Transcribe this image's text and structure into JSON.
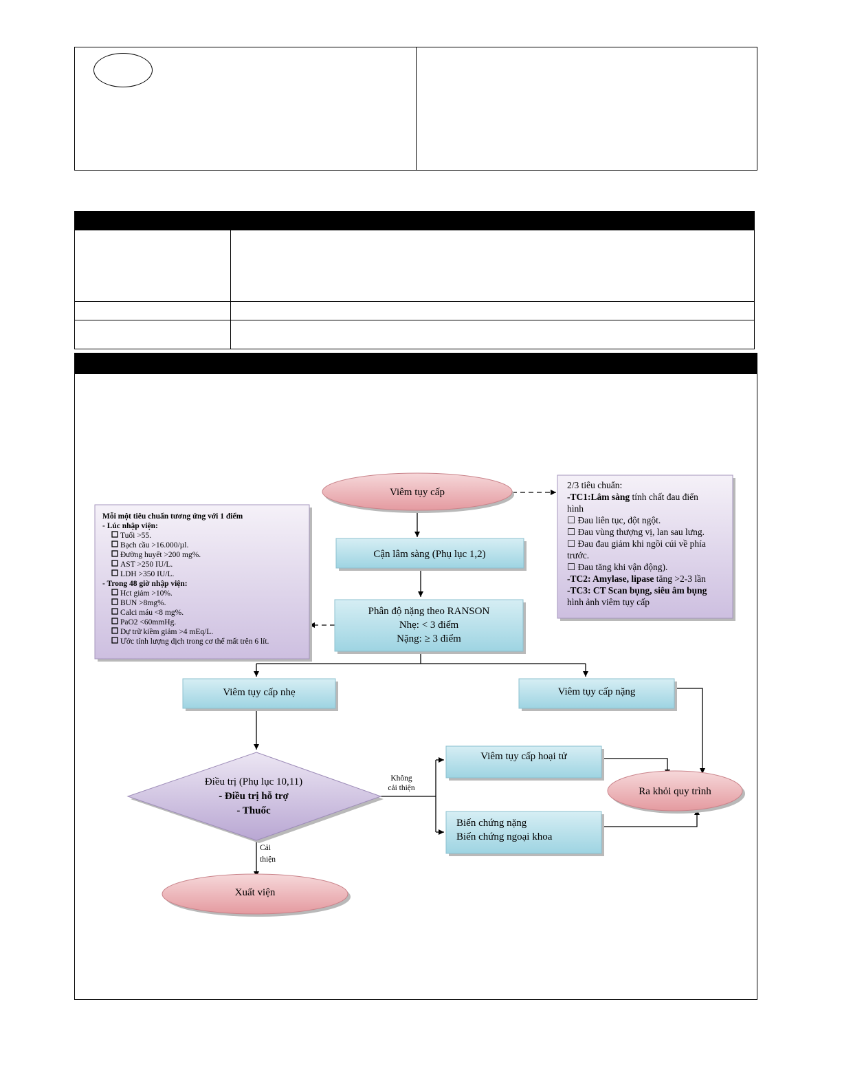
{
  "colors": {
    "oval_fill": "#e8a6ab",
    "box_fill": "#a9dbe7",
    "note_fill": "#ddd3ea",
    "diamond_fill": "#c4b4da",
    "header_bar": "#000000"
  },
  "flowchart": {
    "start": "Viêm tụy cấp",
    "lab": "Cận lâm sàng (Phụ lục 1,2)",
    "grading": {
      "line1": "Phân độ nặng theo RANSON",
      "line2": "Nhẹ: < 3 điểm",
      "line3": "Nặng: ≥ 3 điểm"
    },
    "mild": "Viêm tụy cấp nhẹ",
    "severe": "Viêm tụy cấp nặng",
    "treatment": {
      "line1": "Điều trị (Phụ lục 10,11)",
      "line2": "- Điều trị hỗ trợ",
      "line3": "- Thuốc"
    },
    "no_improve": {
      "line1": "Không",
      "line2": "cải thiện"
    },
    "improve": {
      "line1": "Cải",
      "line2": "thiện"
    },
    "necrotic": "Viêm tụy cấp hoại tử",
    "complications": {
      "line1": "Biến chứng nặng",
      "line2": "Biến chứng ngoại khoa"
    },
    "exit": "Ra khỏi quy trình",
    "discharge": "Xuất viện",
    "criteria": {
      "intro": "2/3 tiêu chuẩn:",
      "tc1_bold": "-TC1:Lâm sàng",
      "tc1_rest": " tính chất đau điển",
      "tc1_cont": "hình",
      "checkbox": "☐",
      "item1": " Đau liên tục, đột ngột.",
      "item2": " Đau vùng thượng vị, lan sau lưng.",
      "item3a": " Đau đau giảm khi ngồi cúi về phía",
      "item3b": "trước.",
      "item4": " Đau tăng khi vận động).",
      "tc2_bold": "-TC2: Amylase, lipase",
      "tc2_rest": " tăng >2-3 lần",
      "tc3_bold": "-TC3: CT Scan bụng, siêu âm bụng",
      "tc3_cont": "hình ảnh viêm tụy cấp"
    },
    "ranson": {
      "title": "Mỗi một tiêu chuẩn tương ứng với 1 điểm",
      "admit_header": "- Lúc nhập viện:",
      "admit_items": [
        "Tuổi >55.",
        "Bạch cầu >16.000/µl.",
        "Đường huyết >200 mg%.",
        "AST >250 IU/L.",
        "LDH >350 IU/L."
      ],
      "h48_header": "- Trong 48 giờ nhập viện:",
      "h48_items": [
        "Hct giảm >10%.",
        "BUN >8mg%.",
        "Calci máu <8 mg%.",
        "PaO2 <60mmHg.",
        "Dự trữ kiềm giảm >4 mEq/L.",
        "Ước tính lượng dịch trong cơ thể mất trên 6 lít."
      ]
    }
  }
}
